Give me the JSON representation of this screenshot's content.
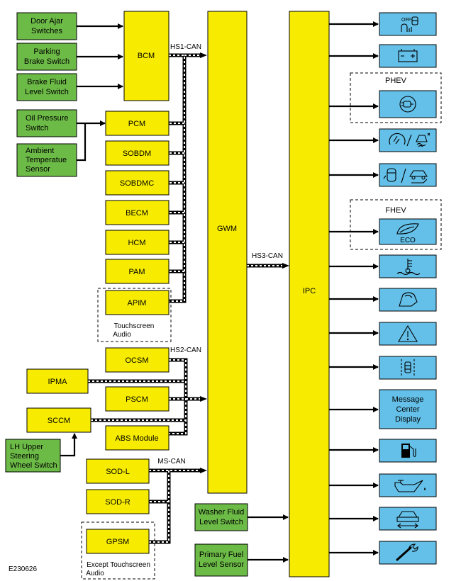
{
  "modules": {
    "bcm": "BCM",
    "gwm": "GWM",
    "ipc": "IPC",
    "pcm": "PCM",
    "sobdm": "SOBDM",
    "sobdmc": "SOBDMC",
    "becm": "BECM",
    "hcm": "HCM",
    "pam": "PAM",
    "apim": "APIM",
    "ocsm": "OCSM",
    "ipma": "IPMA",
    "pscm": "PSCM",
    "sccm": "SCCM",
    "abs": "ABS Module",
    "sod_l": "SOD-L",
    "sod_r": "SOD-R",
    "gpsm": "GPSM"
  },
  "inputs": {
    "door_ajar": [
      "Door Ajar",
      "Switches"
    ],
    "parking_brake": [
      "Parking",
      "Brake Switch"
    ],
    "brake_fluid": [
      "Brake Fluid",
      "Level Switch"
    ],
    "oil_pressure": [
      "Oil Pressure",
      "Switch"
    ],
    "ambient": [
      "Ambient",
      "Temperatue",
      "Sensor"
    ],
    "lh_upper": [
      "LH Upper",
      "Steering",
      "Wheel Switch"
    ],
    "washer": [
      "Washer Fluid",
      "Level Switch"
    ],
    "fuel": [
      "Primary Fuel",
      "Level Sensor"
    ]
  },
  "buses": {
    "hs1": "HS1-CAN",
    "hs2": "HS2-CAN",
    "hs3": "HS3-CAN",
    "ms": "MS-CAN"
  },
  "groups": {
    "touchscreen": [
      "Touchscreen",
      "Audio"
    ],
    "except_touchscreen": [
      "Except Touchscreen",
      "Audio"
    ],
    "phev": "PHEV",
    "fhev": "FHEV"
  },
  "indicators": [
    {
      "icon": "door-lock-off-icon",
      "text": "OFF"
    },
    {
      "icon": "battery-icon"
    },
    {
      "icon": "plug-in-charge-icon"
    },
    {
      "icon": "traction-control-icon"
    },
    {
      "icon": "door-open-icon"
    },
    {
      "icon": "eco-leaf-icon",
      "text": "ECO"
    },
    {
      "icon": "coolant-temperature-icon"
    },
    {
      "icon": "tire-pressure-icon"
    },
    {
      "icon": "warning-triangle-icon"
    },
    {
      "icon": "lane-keeping-icon"
    },
    {
      "icon": "message-center-display",
      "lines": [
        "Message",
        "Center",
        "Display"
      ]
    },
    {
      "icon": "fuel-pump-icon"
    },
    {
      "icon": "oil-can-icon"
    },
    {
      "icon": "vehicle-width-icon"
    },
    {
      "icon": "wrench-icon"
    }
  ],
  "figure_id": "E230626",
  "colors": {
    "module": "#f7ec00",
    "input": "#6dbb47",
    "indicator": "#64c0e8"
  }
}
